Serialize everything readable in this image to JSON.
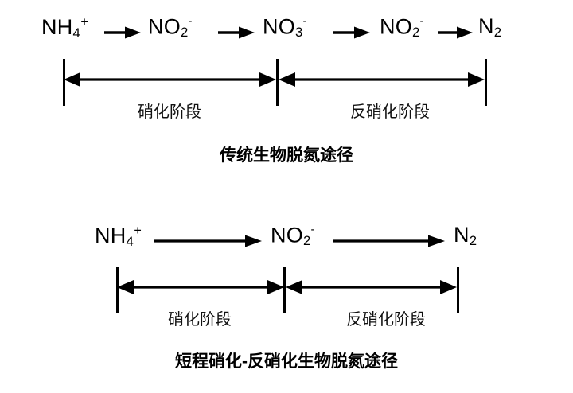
{
  "figure": {
    "background_color": "#ffffff",
    "stroke_color": "#000000"
  },
  "diagrams": [
    {
      "id": "traditional",
      "caption": "传统生物脱氮途径",
      "species": [
        {
          "name": "ammonium",
          "base": "NH",
          "sub": "4",
          "sup": "+"
        },
        {
          "name": "nitrite",
          "base": "NO",
          "sub": "2",
          "sup": "-"
        },
        {
          "name": "nitrate",
          "base": "NO",
          "sub": "3",
          "sup": "-"
        },
        {
          "name": "nitrite",
          "base": "NO",
          "sub": "2",
          "sup": "-"
        },
        {
          "name": "dinitrogen",
          "base": "N",
          "sub": "2",
          "sup": ""
        }
      ],
      "arrow_count": 4,
      "stages": [
        {
          "name": "nitrification",
          "label": "硝化阶段"
        },
        {
          "name": "denitrification",
          "label": "反硝化阶段"
        }
      ]
    },
    {
      "id": "shortcut",
      "caption": "短程硝化-反硝化生物脱氮途径",
      "species": [
        {
          "name": "ammonium",
          "base": "NH",
          "sub": "4",
          "sup": "+"
        },
        {
          "name": "nitrite",
          "base": "NO",
          "sub": "2",
          "sup": "-"
        },
        {
          "name": "dinitrogen",
          "base": "N",
          "sub": "2",
          "sup": ""
        }
      ],
      "arrow_count": 2,
      "stages": [
        {
          "name": "nitrification",
          "label": "硝化阶段"
        },
        {
          "name": "denitrification",
          "label": "反硝化阶段"
        }
      ]
    }
  ]
}
